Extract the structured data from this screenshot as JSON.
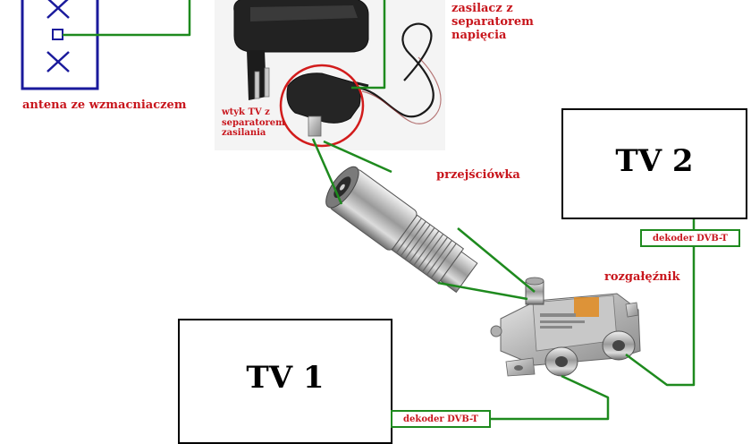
{
  "diagram": {
    "labels": {
      "adapter": "wtyk TV z separatorem zasilania",
      "power_supply": "zasilacz z separatorem napięcia",
      "antenna": "antena ze wzmacniaczem",
      "coax_adapter": "przejściówka",
      "splitter": "rozgałęźnik"
    },
    "tv1": {
      "label": "TV 1",
      "decoder": "dekoder DVB-T"
    },
    "tv2": {
      "label": "TV 2",
      "decoder": "dekoder DVB-T"
    },
    "colors": {
      "label_text": "#c8161d",
      "wire": "#1e8a1e",
      "antenna_box": "#1a1a9c",
      "ring": "#d21c1c"
    }
  }
}
